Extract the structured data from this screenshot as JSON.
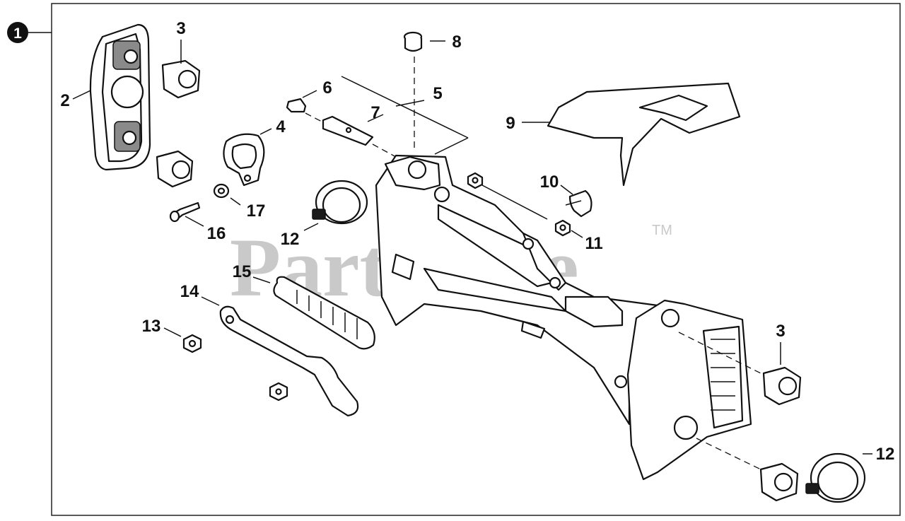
{
  "assembly_number": "1",
  "watermark": {
    "text": "PartsTree",
    "trademark": "TM"
  },
  "callouts": [
    {
      "id": "c3a",
      "text": "3"
    },
    {
      "id": "c2",
      "text": "2"
    },
    {
      "id": "c8",
      "text": "8"
    },
    {
      "id": "c6",
      "text": "6"
    },
    {
      "id": "c5",
      "text": "5"
    },
    {
      "id": "c7",
      "text": "7"
    },
    {
      "id": "c9",
      "text": "9"
    },
    {
      "id": "c4",
      "text": "4"
    },
    {
      "id": "c10",
      "text": "10"
    },
    {
      "id": "c17",
      "text": "17"
    },
    {
      "id": "c16",
      "text": "16"
    },
    {
      "id": "c12a",
      "text": "12"
    },
    {
      "id": "c11",
      "text": "11"
    },
    {
      "id": "c15",
      "text": "15"
    },
    {
      "id": "c14",
      "text": "14"
    },
    {
      "id": "c13",
      "text": "13"
    },
    {
      "id": "c3b",
      "text": "3"
    },
    {
      "id": "c12b",
      "text": "12"
    }
  ]
}
